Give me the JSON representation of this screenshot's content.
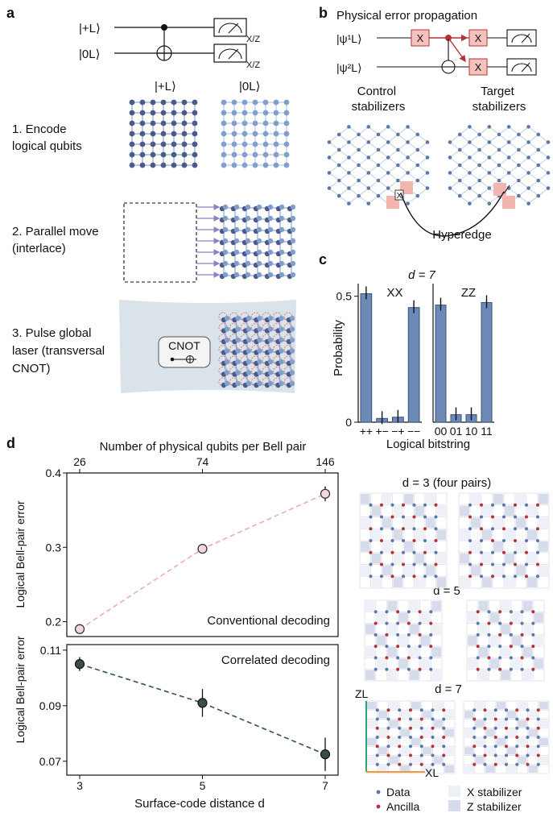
{
  "colors": {
    "qubit_plus": "#4a5a8a",
    "qubit_zero": "#7f9fcc",
    "arrow": "#8a84c6",
    "bar": "#6b8ab8",
    "bar_edge": "#3d5270",
    "highlight": "#f3b5b0",
    "conv_marker": "#f2d6e1",
    "conv_line": "#f0a8bd",
    "corr_marker": "#3c4d46",
    "corr_line": "#34524a",
    "data_dot": "#5b78a8",
    "ancilla_dot": "#b3343a",
    "x_stab": "#eef0f8",
    "z_stab": "#d6dceb",
    "z_logical": "#2ea86b",
    "x_logical": "#f09a3a",
    "laser_bg": "#dbe3ea"
  },
  "panel_a": {
    "label": "a",
    "ket_plus": "|+L⟩",
    "ket_zero": "|0L⟩",
    "meas_label": "X/Z",
    "grid_label_plus": "|+L⟩",
    "grid_label_zero": "|0L⟩",
    "step1": [
      "1. Encode",
      "logical qubits"
    ],
    "step2": [
      "2. Parallel move",
      "(interlace)"
    ],
    "step3": [
      "3. Pulse global",
      "laser (transversal",
      "CNOT)"
    ],
    "cnot_label": "CNOT"
  },
  "panel_b": {
    "label": "b",
    "title": "Physical error propagation",
    "ket1": "|ψ¹L⟩",
    "ket2": "|ψ²L⟩",
    "gate_label": "X",
    "control_label": [
      "Control",
      "stabilizers"
    ],
    "target_label": [
      "Target",
      "stabilizers"
    ],
    "hyperedge": "Hyperedge"
  },
  "panel_c": {
    "label": "c",
    "title": "d = 7",
    "ylabel": "Probability",
    "xlabel": "Logical bitstring",
    "ytick_labels": [
      "0",
      "0.5"
    ]
  },
  "panel_d": {
    "label": "d",
    "top_axis_label": "Number of physical qubits per Bell pair",
    "top_ticks": [
      "26",
      "74",
      "146"
    ],
    "ylabel": "Logical Bell-pair error",
    "xlabel": "Surface-code distance d",
    "upper_ytick_labels": [
      "0.2",
      "0.3",
      "0.4"
    ],
    "lower_ytick_labels": [
      "0.07",
      "0.09",
      "0.11"
    ],
    "xtick_labels": [
      "3",
      "5",
      "7"
    ],
    "conventional_label": "Conventional decoding",
    "correlated_label": "Correlated decoding",
    "layout_d3": "d = 3 (four pairs)",
    "layout_d5": "d = 5",
    "layout_d7": "d = 7",
    "z_logical": "ZL",
    "x_logical": "XL",
    "legend": {
      "data": "Data",
      "ancilla": "Ancilla",
      "x_stab": "X stabilizer",
      "z_stab": "Z stabilizer"
    }
  },
  "chart_data": [
    {
      "type": "bar",
      "title": "XX",
      "categories": [
        "++",
        "+−",
        "−+",
        "−−"
      ],
      "values": [
        0.51,
        0.015,
        0.02,
        0.455
      ],
      "ylim": [
        0,
        0.55
      ],
      "ylabel": "Probability",
      "xlabel": "Logical bitstring"
    },
    {
      "type": "bar",
      "title": "ZZ",
      "categories": [
        "00",
        "01",
        "10",
        "11"
      ],
      "values": [
        0.465,
        0.03,
        0.03,
        0.475
      ],
      "ylim": [
        0,
        0.55
      ],
      "xlabel": "Logical bitstring"
    },
    {
      "type": "line",
      "title": "Conventional decoding",
      "x": [
        3,
        5,
        7
      ],
      "values": [
        0.19,
        0.298,
        0.372
      ],
      "errors": [
        0.003,
        0.004,
        0.01
      ],
      "ylabel": "Logical Bell-pair error",
      "ylim": [
        0.18,
        0.4
      ]
    },
    {
      "type": "line",
      "title": "Correlated decoding",
      "x": [
        3,
        5,
        7
      ],
      "values": [
        0.105,
        0.091,
        0.0725
      ],
      "errors": [
        0.0025,
        0.005,
        0.006
      ],
      "xlabel": "Surface-code distance d",
      "ylabel": "Logical Bell-pair error",
      "ylim": [
        0.065,
        0.112
      ]
    }
  ]
}
